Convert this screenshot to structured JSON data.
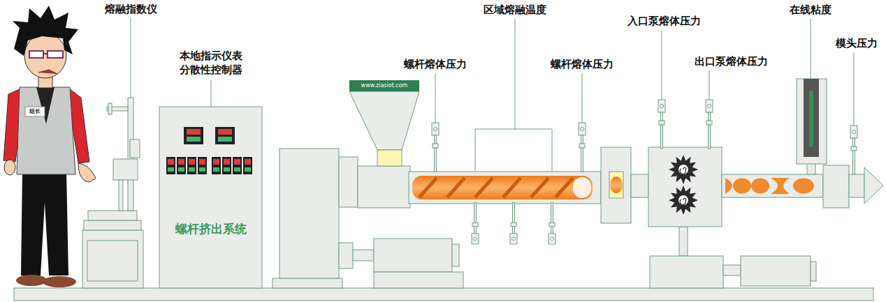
{
  "diagram": {
    "nodes": [
      {
        "text": [
          "螺杆挤出系统"
        ]
      },
      {
        "text": [
          "www.ziasiot.com"
        ]
      }
    ],
    "labels": [
      "熔融指数仪",
      "本地指示仪表 分散性控制器",
      "螺杆熔体压力",
      "区域熔融温度",
      "螺杆熔体压力",
      "入口泵熔体压力",
      "在线粘度",
      "出口泵熔体压力",
      "模头压力",
      "组长"
    ]
  }
}
